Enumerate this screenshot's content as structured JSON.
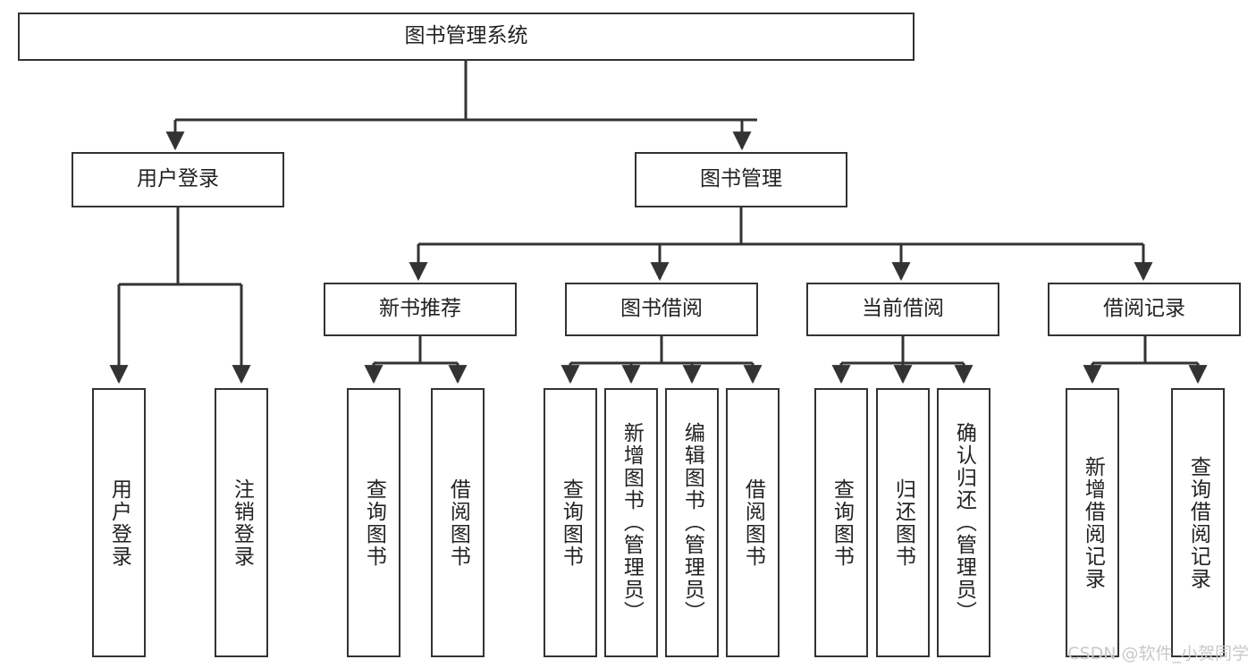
{
  "diagram": {
    "title": "图书管理系统",
    "type": "tree-hierarchy",
    "watermark": "CSDN @软件_小贺同学",
    "colors": {
      "box_border": "#333333",
      "box_fill": "#ffffff",
      "edge": "#333333",
      "text": "#222222",
      "watermark": "#c9c9c9",
      "background": "#ffffff"
    },
    "root": {
      "label": "图书管理系统"
    },
    "level2": [
      {
        "label": "用户登录"
      },
      {
        "label": "图书管理"
      }
    ],
    "level3": [
      {
        "label": "新书推荐"
      },
      {
        "label": "图书借阅"
      },
      {
        "label": "当前借阅"
      },
      {
        "label": "借阅记录"
      }
    ],
    "leaves": {
      "user_login": [
        {
          "label": "用户登录"
        },
        {
          "label": "注销登录"
        }
      ],
      "new_book": [
        {
          "label": "查询图书"
        },
        {
          "label": "借阅图书"
        }
      ],
      "book_borrow": [
        {
          "label": "查询图书"
        },
        {
          "label": "新增图书（管理员）"
        },
        {
          "label": "编辑图书（管理员）"
        },
        {
          "label": "借阅图书"
        }
      ],
      "current_borrow": [
        {
          "label": "查询图书"
        },
        {
          "label": "归还图书"
        },
        {
          "label": "确认归还（管理员）"
        }
      ],
      "borrow_record": [
        {
          "label": "新增借阅记录"
        },
        {
          "label": "查询借阅记录"
        }
      ]
    }
  }
}
